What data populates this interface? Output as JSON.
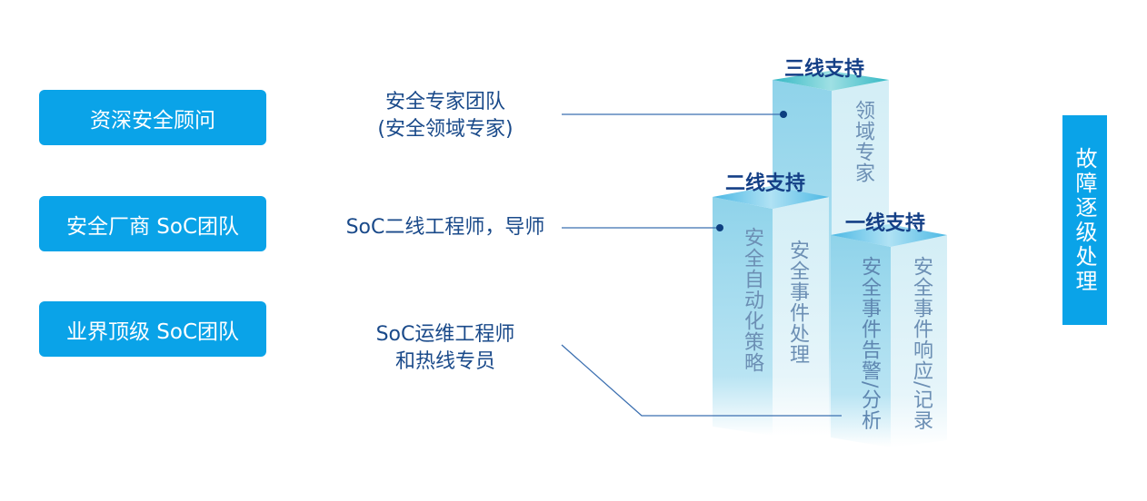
{
  "teams": [
    "资深安全顾问",
    "安全厂商 SoC团队",
    "业界顶级 SoC团队"
  ],
  "roles": [
    {
      "l1": "安全专家团队",
      "l2": "(安全领域专家)"
    },
    {
      "l1": "SoC二线工程师，导师"
    },
    {
      "l1": "SoC运维工程师",
      "l2": "和热线专员"
    }
  ],
  "tiers": {
    "third": {
      "title": "三线支持",
      "right": "领域专家"
    },
    "second": {
      "title": "二线支持",
      "left": "安全自动化策略",
      "right": "安全事件处理"
    },
    "first": {
      "title": "一线支持",
      "left": "安全事件告警/分析",
      "right": "安全事件响应/记录"
    }
  },
  "escalation": "故障逐级处理",
  "colors": {
    "accent": "#0aa3e8",
    "text": "#143f86"
  }
}
